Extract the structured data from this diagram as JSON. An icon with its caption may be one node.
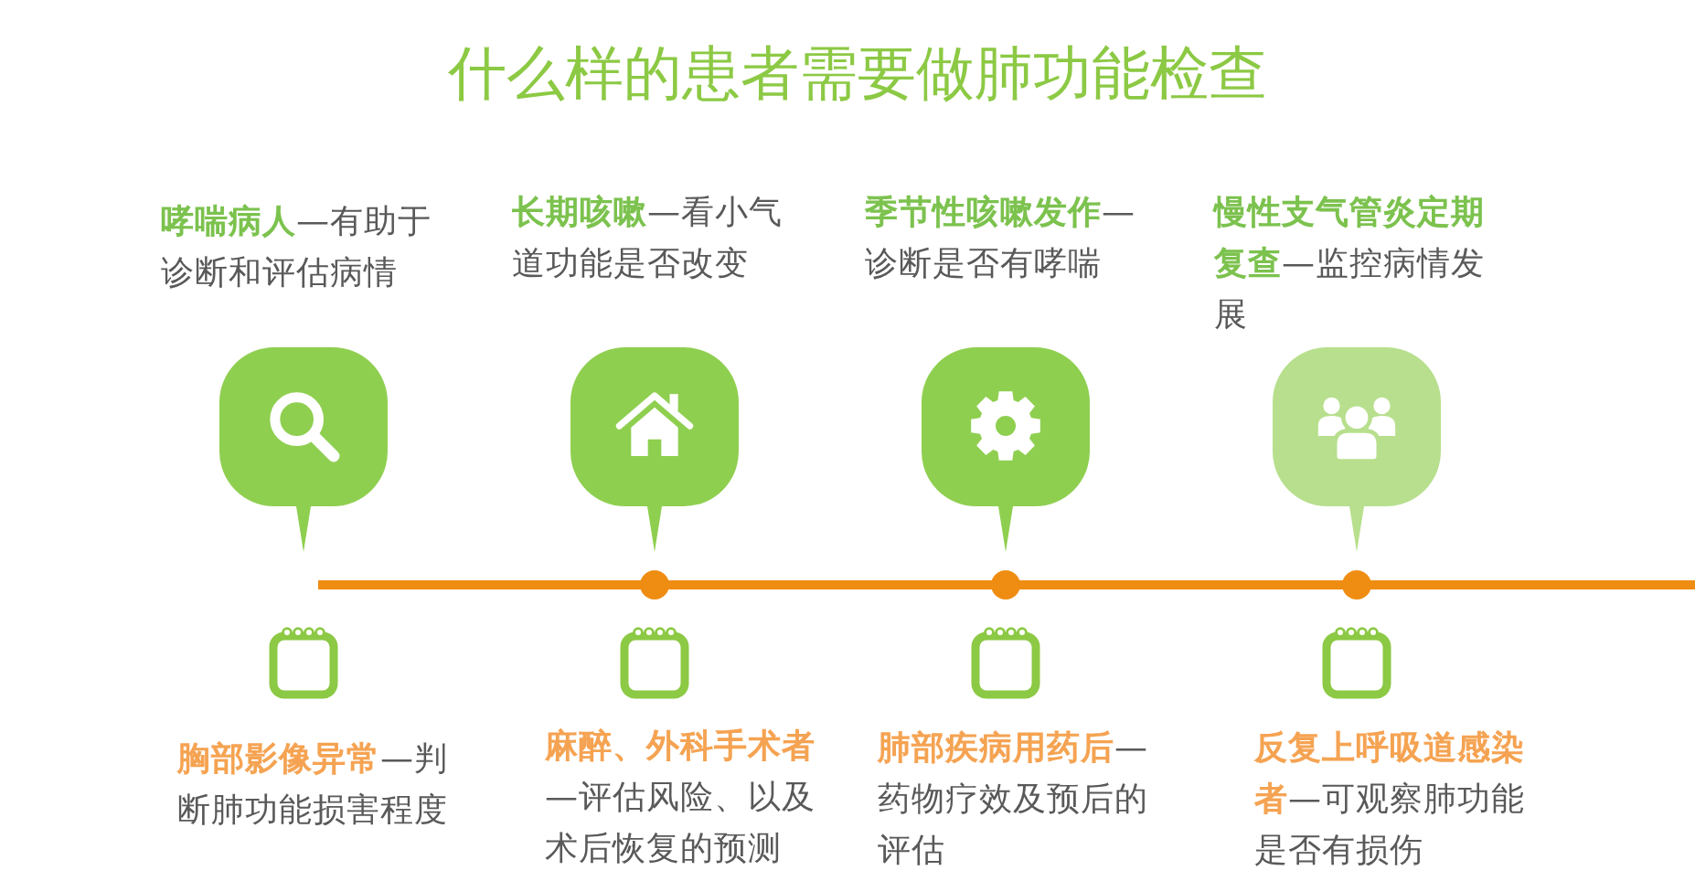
{
  "diagram": {
    "title": "什么样的患者需要做肺功能检查",
    "labels": [
      "**哮喘病人**—有助于诊断和评估病情",
      "**长期咳嗽**—看小气道功能是否改变",
      "**季节性咳嗽发作**—诊断是否有哮喘",
      "**慢性支气管炎定期复查**—监控病情发展",
      "**胸部影像异常**—判断肺功能损害程度",
      "**麻醉、外科手术者**—评估风险、以及术后恢复的预测",
      "**肺部疾病用药后**—药物疗效及预后的评估",
      "**反复上呼吸道感染者**—可观察肺功能是否有损伤"
    ]
  }
}
